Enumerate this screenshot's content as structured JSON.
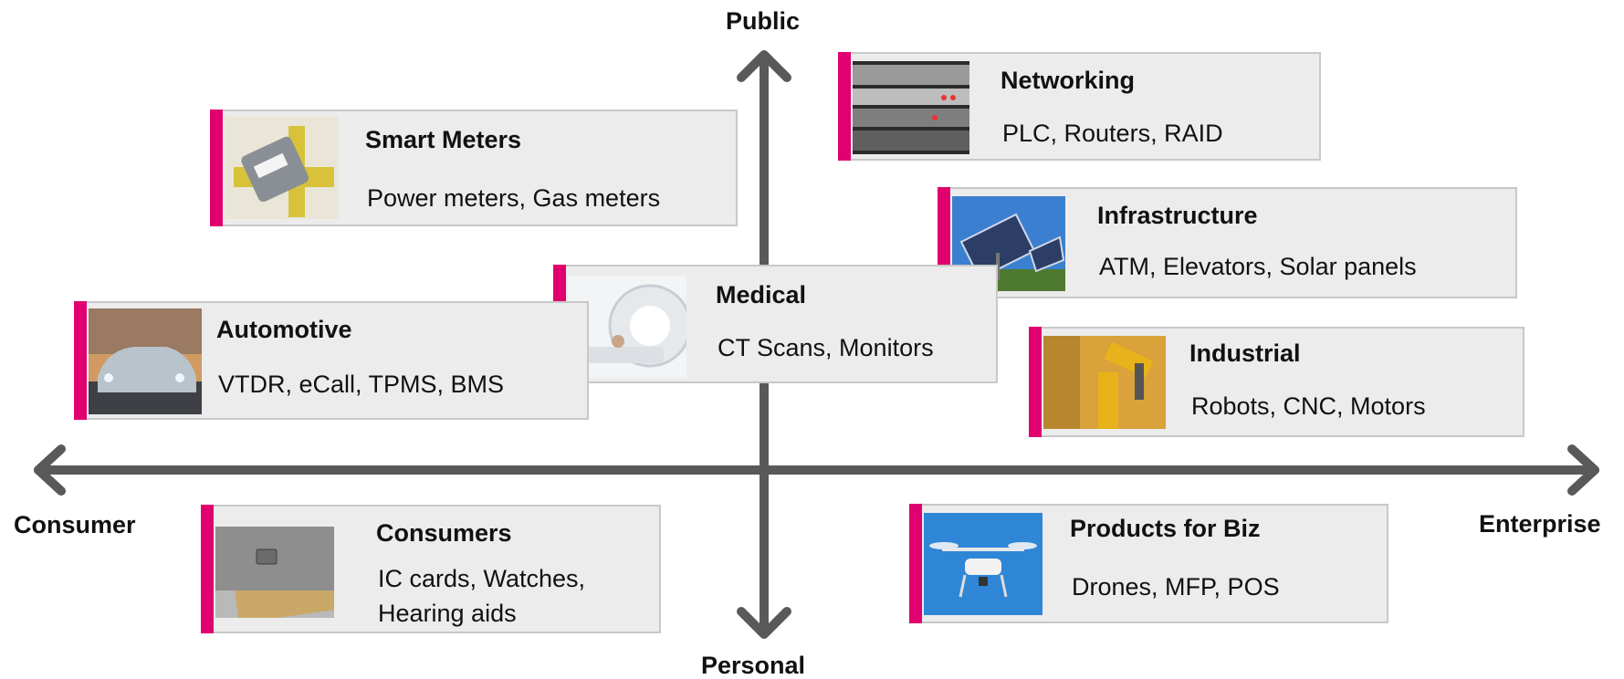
{
  "axes": {
    "top": "Public",
    "bottom": "Personal",
    "left": "Consumer",
    "right": "Enterprise"
  },
  "cards": {
    "smart_meters": {
      "title": "Smart Meters",
      "desc": "Power meters, Gas meters",
      "image": "gas-meter-photo"
    },
    "networking": {
      "title": "Networking",
      "desc": "PLC, Routers, RAID",
      "image": "server-rack-photo"
    },
    "infrastructure": {
      "title": "Infrastructure",
      "desc": "ATM, Elevators, Solar panels",
      "image": "solar-panel-photo"
    },
    "medical": {
      "title": "Medical",
      "desc": "CT Scans, Monitors",
      "image": "ct-scanner-photo"
    },
    "automotive": {
      "title": "Automotive",
      "desc": "VTDR, eCall, TPMS, BMS",
      "image": "car-photo"
    },
    "industrial": {
      "title": "Industrial",
      "desc": "Robots, CNC, Motors",
      "image": "robot-arm-photo"
    },
    "consumers": {
      "title": "Consumers",
      "desc_line1": "IC cards, Watches,",
      "desc_line2": "Hearing aids",
      "image": "ic-card-photo"
    },
    "products_biz": {
      "title": "Products for Biz",
      "desc": "Drones, MFP, POS",
      "image": "drone-photo"
    }
  },
  "colors": {
    "accent": "#e0006f",
    "card_bg": "#ececec",
    "axis": "#595959"
  }
}
